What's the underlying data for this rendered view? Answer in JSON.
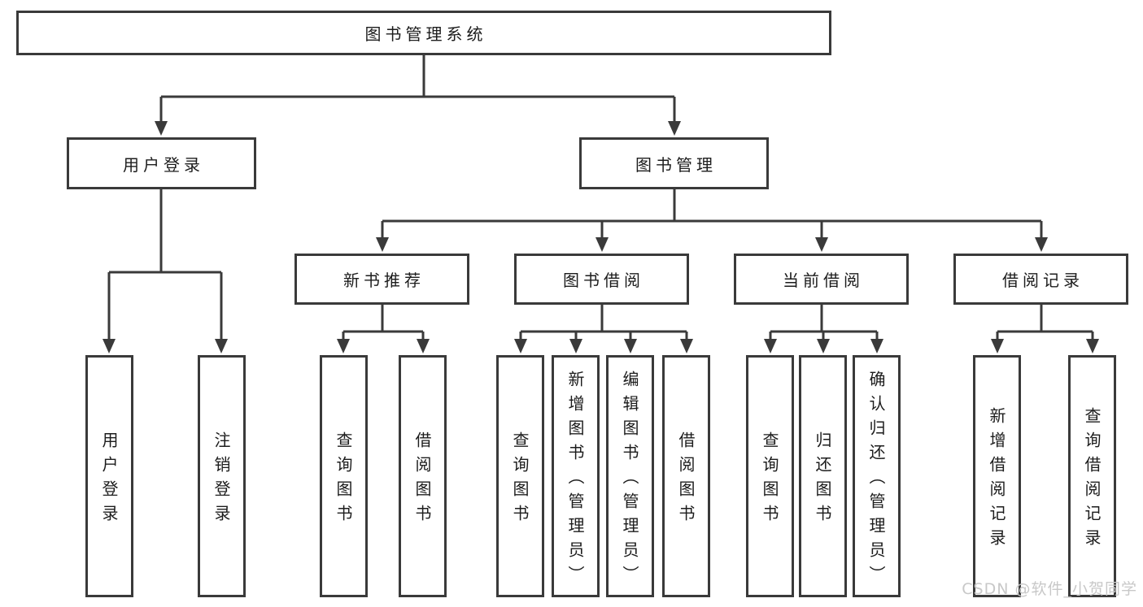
{
  "diagram": {
    "root": {
      "label": "图书管理系统"
    },
    "branches": [
      {
        "label": "用户登录",
        "children": [
          {
            "label": "用户登录"
          },
          {
            "label": "注销登录"
          }
        ]
      },
      {
        "label": "图书管理",
        "groups": [
          {
            "label": "新书推荐",
            "children": [
              {
                "label": "查询图书"
              },
              {
                "label": "借阅图书"
              }
            ]
          },
          {
            "label": "图书借阅",
            "children": [
              {
                "label": "查询图书"
              },
              {
                "label": "新增图书（管理员）"
              },
              {
                "label": "编辑图书（管理员）"
              },
              {
                "label": "借阅图书"
              }
            ]
          },
          {
            "label": "当前借阅",
            "children": [
              {
                "label": "查询图书"
              },
              {
                "label": "归还图书"
              },
              {
                "label": "确认归还（管理员）"
              }
            ]
          },
          {
            "label": "借阅记录",
            "children": [
              {
                "label": "新增借阅记录"
              },
              {
                "label": "查询借阅记录"
              }
            ]
          }
        ]
      }
    ],
    "colors": {
      "line": "#3a3a3a",
      "text": "#1c1c1c",
      "background": "#ffffff",
      "watermark": "#c8c8c8"
    }
  },
  "watermark": {
    "text": "CSDN @软件_小贺同学"
  }
}
